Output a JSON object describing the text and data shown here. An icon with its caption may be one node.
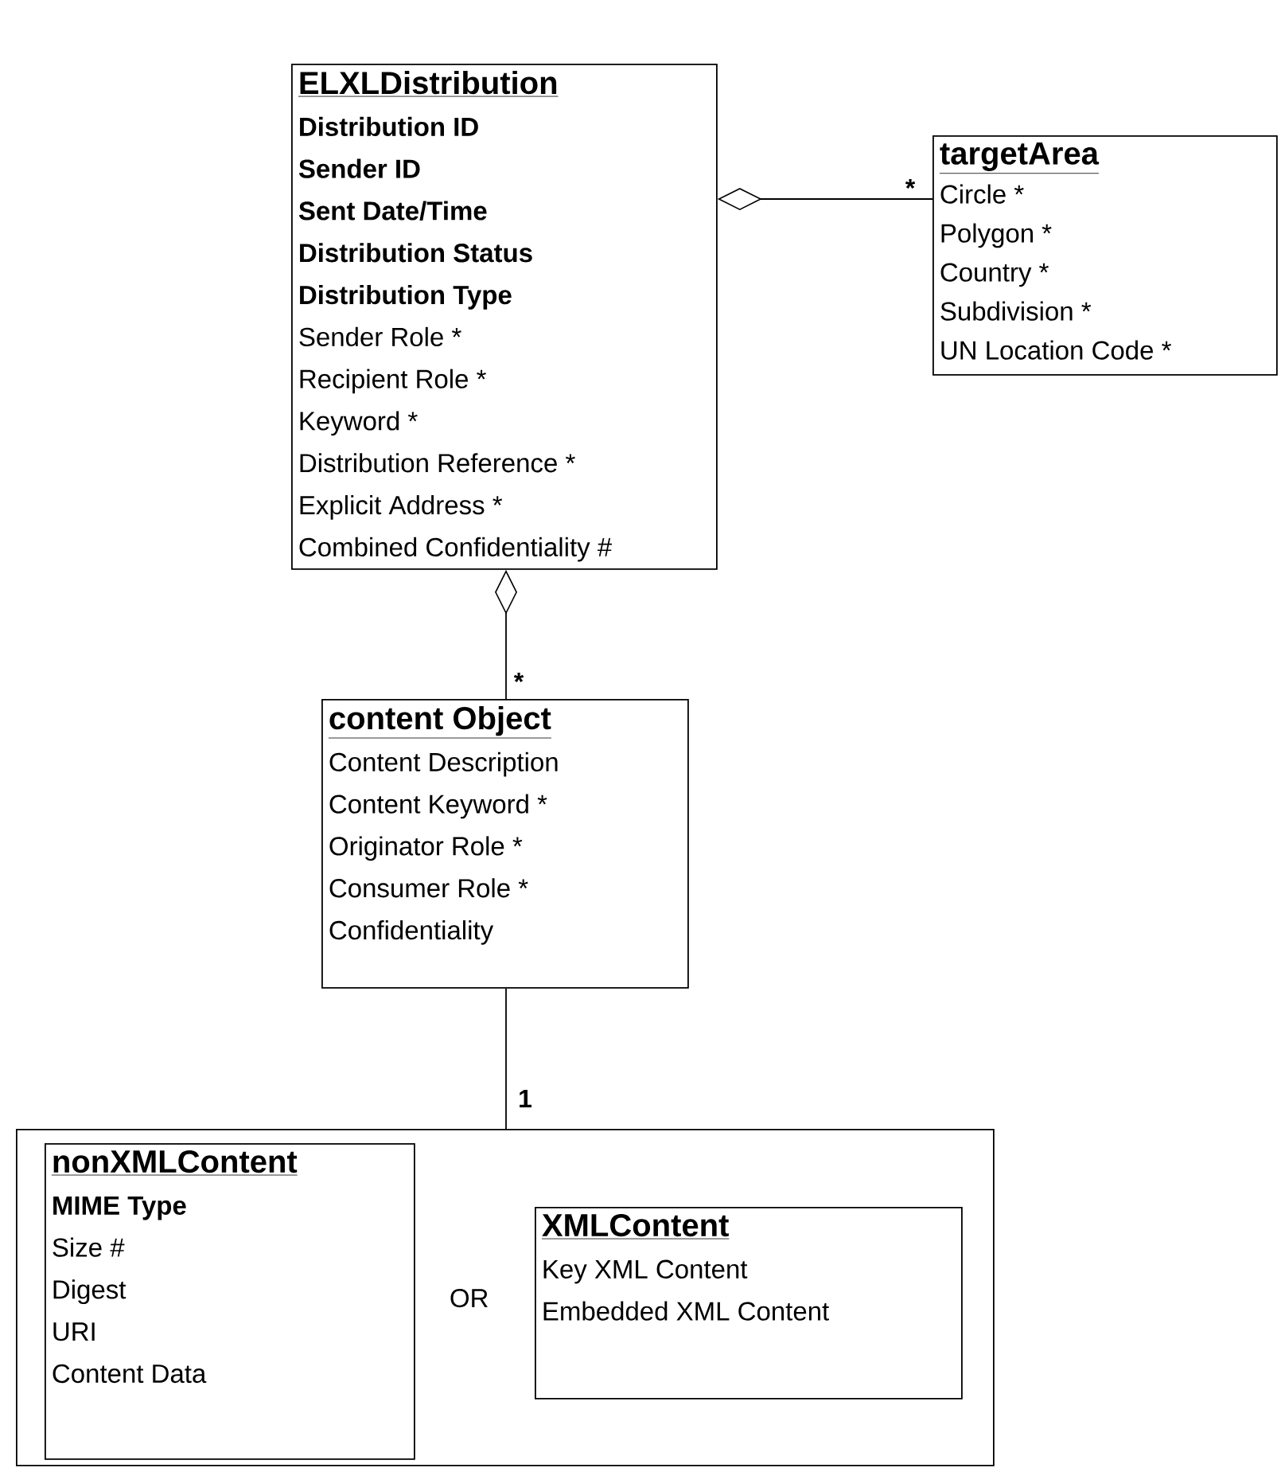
{
  "diagram": {
    "nodes": [
      {
        "text": [
          "ELXLDistribution",
          "Distribution ID",
          "Sender ID",
          "Sent Date/Time",
          "Distribution Status",
          "Distribution Type",
          "Sender Role *",
          "Recipient Role *",
          "Keyword *",
          "Distribution Reference *",
          "Explicit Address *",
          "Combined Confidentiality #"
        ]
      },
      {
        "text": [
          "targetArea",
          "Circle *",
          "Polygon *",
          "Country *",
          "Subdivision *",
          "UN Location Code *"
        ]
      },
      {
        "text": [
          "content Object",
          "Content Description",
          "Content Keyword *",
          "Originator Role *",
          "Consumer Role *",
          "Confidentiality"
        ]
      },
      {
        "text": [
          "OR"
        ]
      },
      {
        "text": [
          "nonXMLContent",
          "MIME Type",
          "Size #",
          "Digest",
          "URI",
          "Content Data"
        ],
        "in": 3
      },
      {
        "text": [
          "XMLContent",
          "Key XML Content",
          "Embedded XML Content"
        ],
        "in": 3
      }
    ],
    "edges": [
      {
        "from": 0,
        "to": 1,
        "arrow": "other",
        "label": "*"
      },
      {
        "from": 0,
        "to": 2,
        "arrow": "other",
        "label": "*"
      },
      {
        "from": 2,
        "to": 3,
        "arrow": "none",
        "label": "1"
      }
    ]
  }
}
